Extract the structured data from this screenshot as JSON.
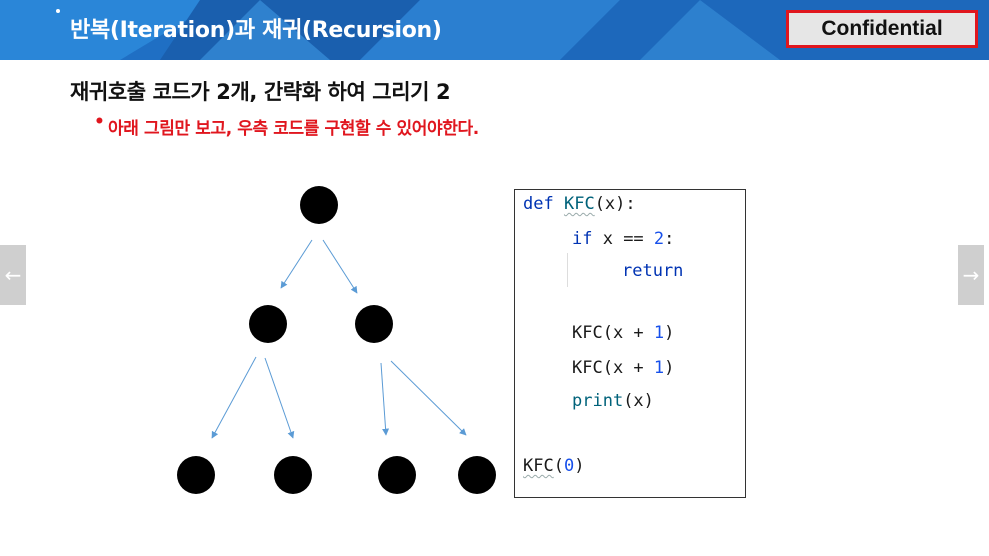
{
  "header": {
    "title": "반복(Iteration)과 재귀(Recursion)",
    "badge": "Confidential"
  },
  "slide": {
    "title": "재귀호출 코드가 2개, 간략화 하여 그리기 2",
    "bullet": "•",
    "subtitle": "아래 그림만 보고, 우측 코드를 구현할 수 있어야한다."
  },
  "nav": {
    "prev": "←",
    "next": "→"
  },
  "code": {
    "line1_kw": "def",
    "line1_name": "KFC",
    "line1_rest": "(x):",
    "line2_kw": "if",
    "line2_mid": " x == ",
    "line2_num": "2",
    "line2_end": ":",
    "line3_kw": "return",
    "line4_a": "KFC(x + ",
    "line4_num": "1",
    "line4_b": ")",
    "line5_a": "KFC(x + ",
    "line5_num": "1",
    "line5_b": ")",
    "line6_fn": "print",
    "line6_rest": "(x)",
    "line7_a": "KFC",
    "line7_b": "(",
    "line7_num": "0",
    "line7_c": ")"
  },
  "colors": {
    "header_blue": "#1f6fc4",
    "accent_red": "#e0161e",
    "arrow_blue": "#5b9bd5"
  }
}
